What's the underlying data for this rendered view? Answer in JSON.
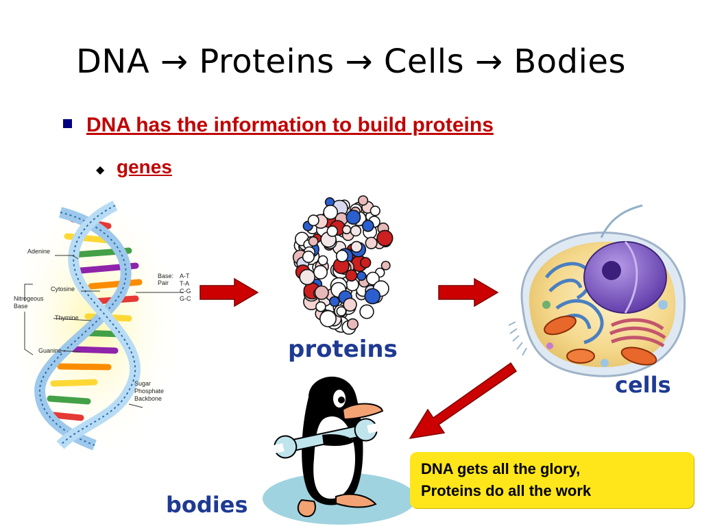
{
  "slide": {
    "title": "DNA → Proteins → Cells → Bodies",
    "bullets": [
      {
        "text": "DNA has the information to build proteins",
        "marker": "square-bullet"
      },
      {
        "text": "genes",
        "marker": "diamond-bullet"
      }
    ]
  },
  "dna_diagram": {
    "labels": {
      "adenine": "Adenine",
      "cytosine": "Cytosine",
      "nitrogeous_base": [
        "Nitrogeous",
        "Base"
      ],
      "thymine": "Thymine",
      "guanine": "Guanine",
      "sugar_phosphate": [
        "Sugar",
        "Phosphate",
        "Backbone"
      ],
      "base_pair_title": [
        "Base:",
        "Pair"
      ],
      "base_pairs": [
        "A-T",
        "T-A",
        "C-G",
        "G-C"
      ]
    }
  },
  "labels": {
    "proteins": "proteins",
    "cells": "cells",
    "bodies": "bodies"
  },
  "callout": {
    "line1": "DNA gets all the glory,",
    "line2": "Proteins do all the work"
  },
  "colors": {
    "title": "#000000",
    "bullet_text": "#c00000",
    "label_blue": "#1f3a93",
    "arrow_red": "#cc0000",
    "callout_bg": "#ffe61a"
  }
}
